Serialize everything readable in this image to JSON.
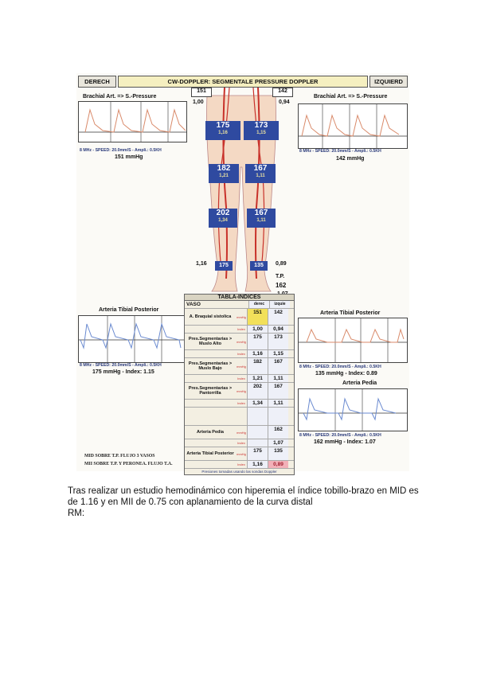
{
  "report": {
    "header_left": "DERECH",
    "header_title": "CW-DOPPLER: SEGMENTALE PRESSURE DOPPLER",
    "header_right": "IZQUIERD",
    "brachial_left": {
      "label": "Brachial Art. => S.-Pressure",
      "caption": "8 MHz - SPEED: 20.0mm/S - Ampli.: 0.5KH",
      "value": "151 mmHg"
    },
    "brachial_right": {
      "label": "Brachial Art. => S.-Pressure",
      "caption": "8 MHz - SPEED: 20.0mm/S - Ampli.: 0.5KH",
      "value": "142 mmHg"
    },
    "arm_values": {
      "right": "151",
      "left": "142",
      "right_index": "1,00",
      "left_index": "0,94"
    },
    "thigh_high": {
      "right": "175",
      "right_index": "1,16",
      "left": "173",
      "left_index": "1,15"
    },
    "thigh_low": {
      "right": "182",
      "right_index": "1,21",
      "left": "167",
      "left_index": "1,11"
    },
    "calf": {
      "right": "202",
      "right_index": "1,34",
      "left": "167",
      "left_index": "1,11"
    },
    "ankle": {
      "right": "175",
      "left": "135",
      "right_index": "1,16",
      "left_index": "0,89"
    },
    "tp": {
      "label": "T.P.",
      "value": "162",
      "index": "1,07"
    },
    "tibial_left": {
      "label": "Arteria Tibial Posterior",
      "caption": "8 MHz - SPEED: 20.0mm/S - Ampli.: 0.5KH",
      "value": "175 mmHg - Index: 1.15"
    },
    "tibial_right": {
      "label": "Arteria Tibial Posterior",
      "caption": "8 MHz - SPEED: 20.0mm/S - Ampli.: 0.5KH",
      "value": "135 mmHg - Index: 0.89"
    },
    "pedia_right": {
      "label": "Arteria Pedia",
      "caption": "8 MHz - SPEED: 20.0mm/S - Ampli.: 0.5KH",
      "value": "162 mmHg - Index: 1.07"
    },
    "table": {
      "title": "TABLA-INDICES",
      "col_vaso": "VASO",
      "col_derec": "derec",
      "col_izq": "izquie",
      "tag_mmhg": "mmHg",
      "tag_index": "Index",
      "rows": {
        "braquial": {
          "name": "A. Braquial sistolica",
          "d": "151",
          "i": "142",
          "di": "1,00",
          "ii": "0,94"
        },
        "muslo_alto": {
          "name": "Pres.Segmentarias > Muslo Alto",
          "d": "175",
          "i": "173",
          "di": "1,16",
          "ii": "1,15"
        },
        "muslo_bajo": {
          "name": "Pres.Segmentarias > Muslo Bajo",
          "d": "182",
          "i": "167",
          "di": "1,21",
          "ii": "1,11"
        },
        "pantorrilla": {
          "name": "Pres.Segmentarias > Pantorrilla",
          "d": "202",
          "i": "167",
          "di": "1,34",
          "ii": "1,11"
        },
        "pedia": {
          "name": "Arteria Pedia",
          "d": "",
          "i": "162",
          "di": "",
          "ii": "1,07"
        },
        "tibial": {
          "name": "Arteria Tibial Posterior",
          "d": "175",
          "i": "135",
          "di": "1,16",
          "ii": "0,89"
        }
      },
      "note": "Presiones tomadas usando las sondas Doppler"
    },
    "footer_line1": "MID SOBRE T.P. FLUJO 3 VASOS",
    "footer_line2": "MII SOBRE T.P. Y PERONEA. FLUJO T.A."
  },
  "text": {
    "line1": "Tras realizar un estudio hemodinámico con hiperemia el índice tobillo-brazo en MID es",
    "line2": "de 1.16 y en MII de 0.75 con aplanamiento de la curva distal",
    "line3": "RM:"
  },
  "colors": {
    "band": "#2f4aa0",
    "artery": "#c8312a",
    "highlight_yellow": "#f2e05a",
    "highlight_pink": "#f2b0b8"
  }
}
